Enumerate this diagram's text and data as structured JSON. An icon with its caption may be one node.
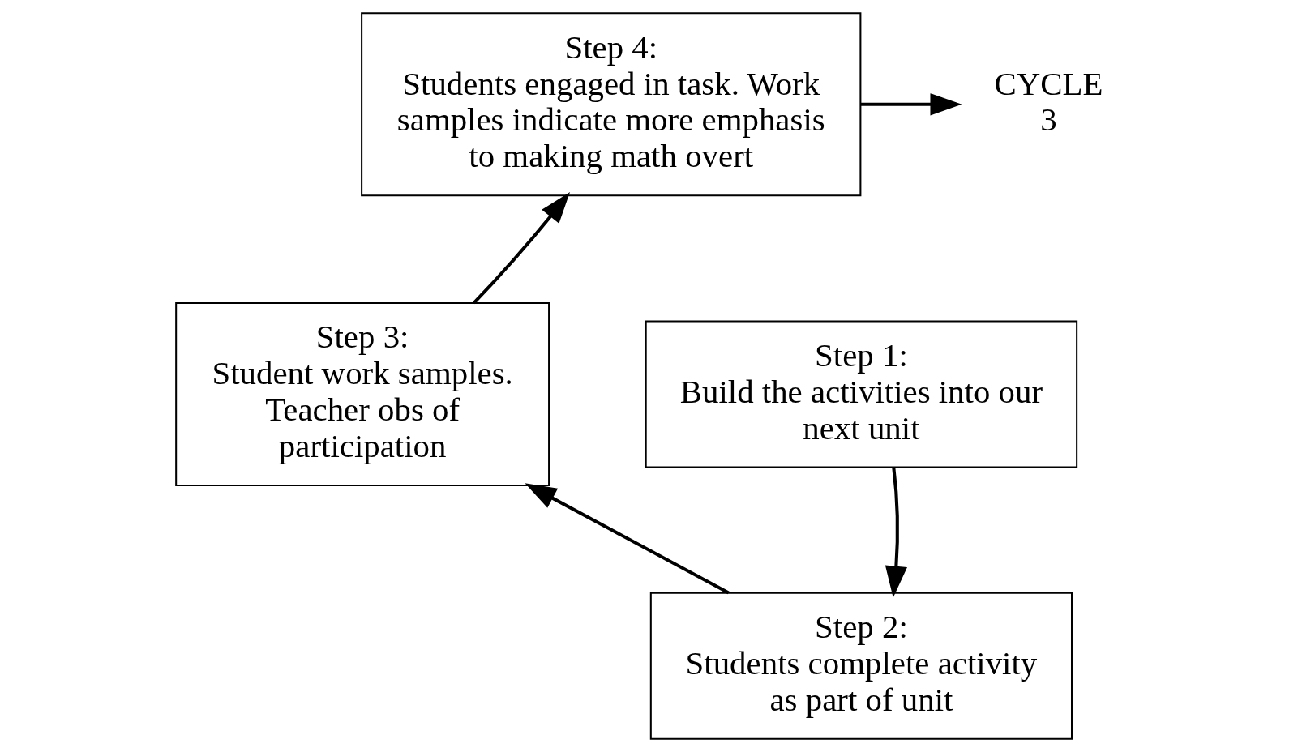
{
  "diagram": {
    "nodes": [
      {
        "text": [
          "Step 4:",
          "Students engaged in task. Work samples indicate more emphasis to making math overt"
        ]
      },
      {
        "text": [
          "CYCLE 3"
        ]
      },
      {
        "text": [
          "Step 3:",
          "Student work samples. Teacher obs of participation"
        ]
      },
      {
        "text": [
          "Step 1:",
          "Build the activities into our next unit"
        ]
      },
      {
        "text": [
          "Step 2:",
          "Students complete activity as part of unit"
        ]
      }
    ],
    "edges": [
      {
        "from": 3,
        "to": 4,
        "arrow": "to"
      },
      {
        "from": 4,
        "to": 2,
        "arrow": "to"
      },
      {
        "from": 2,
        "to": 0,
        "arrow": "to"
      },
      {
        "from": 0,
        "to": 1,
        "arrow": "to"
      }
    ]
  }
}
